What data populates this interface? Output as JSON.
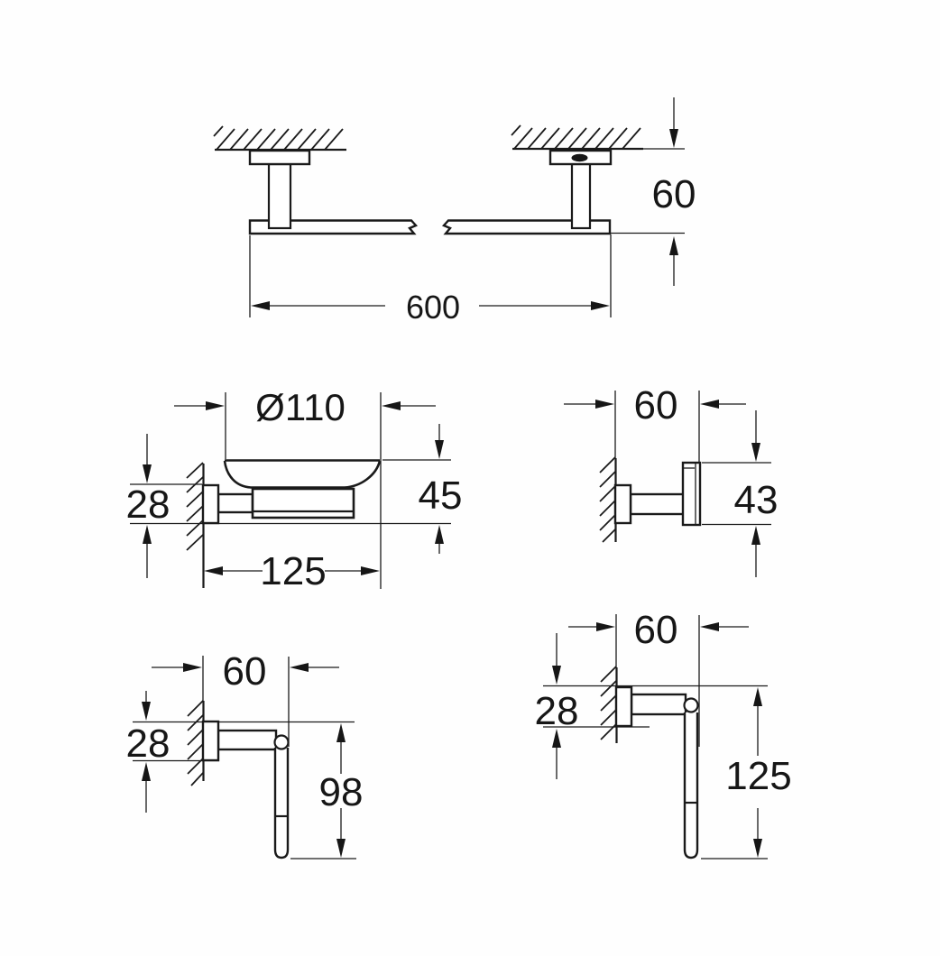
{
  "page": {
    "background": "#ffffff",
    "line_color": "#1a1a1a",
    "description": "Technical dimension drawing, 5 views of bathroom accessory set (towel rail, soap dish holder, robe hook, two paper holders), units mm"
  },
  "drawings": {
    "towel_bar": {
      "dim_height": "60",
      "dim_length": "600"
    },
    "soap_dish": {
      "dim_diameter": "Ø110",
      "dim_height": "45",
      "dim_rosette": "28",
      "dim_depth": "125"
    },
    "hook": {
      "dim_depth": "60",
      "dim_height": "43"
    },
    "paper_holder": {
      "dim_depth": "60",
      "dim_rosette": "28",
      "dim_height": "98"
    },
    "spare_paper_holder": {
      "dim_depth": "60",
      "dim_rosette": "28",
      "dim_height": "125"
    }
  }
}
